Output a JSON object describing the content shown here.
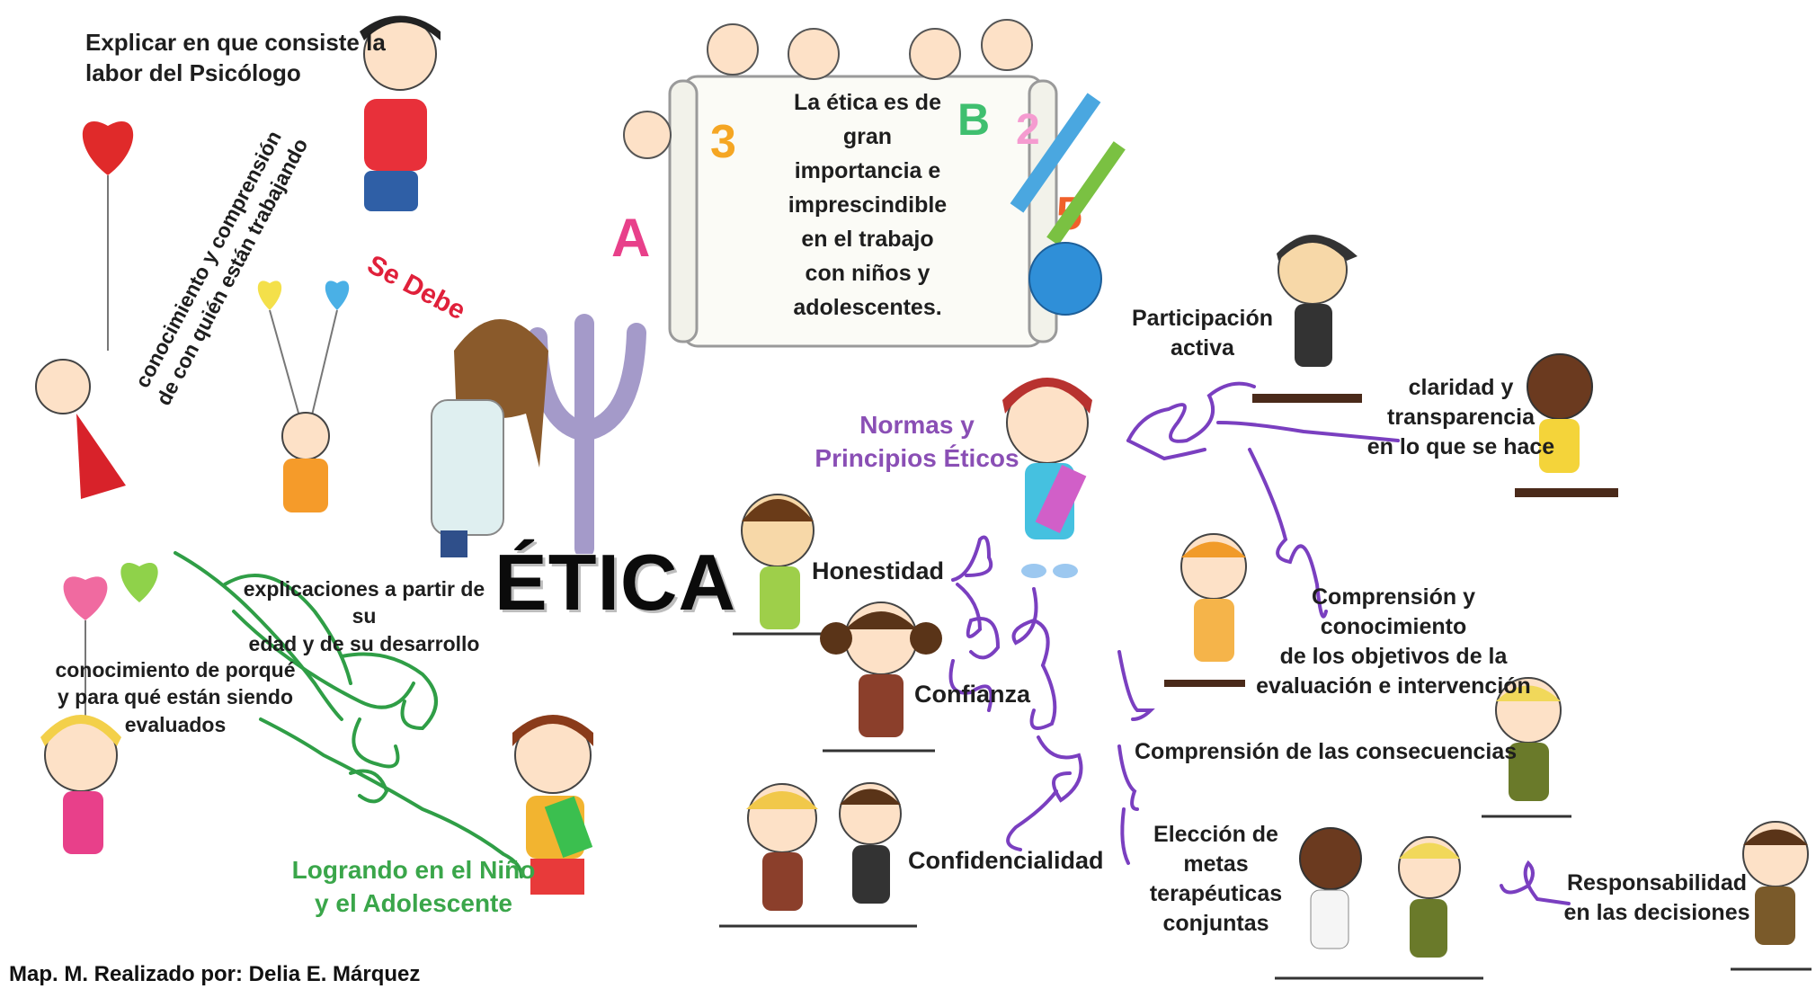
{
  "diagram": {
    "center_title": "ÉTICA",
    "banner_text": "La ética es de\ngran\nimportancia e\nimprescindible\nen el trabajo\ncon niños y\nadolescentes.",
    "left_side": {
      "top_note": "Explicar en que consiste la\nlabor del Psicólogo",
      "se_debe": "Se Debe",
      "rotated_note": "conocimiento y comprensión\nde con quién están trabajando",
      "explicaciones": "explicaciones a partir de su\nedad y de su desarrollo",
      "conocimiento": "conocimiento de porqué\ny para qué están siendo\nevaluados",
      "logrando": "Logrando en el Niño\ny el Adolescente"
    },
    "right_side": {
      "normas": "Normas y\nPrincipios Éticos",
      "honestidad": "Honestidad",
      "confianza": "Confianza",
      "confidencialidad": "Confidencialidad",
      "participacion": "Participación\nactiva",
      "claridad": "claridad y\ntransparencia\nen lo que se hace",
      "comprension_objetivos": "Comprensión y conocimiento\nde los objetivos de la\nevaluación e intervención",
      "comprension_consecuencias": "Comprensión de las consecuencias",
      "eleccion": "Elección de metas\nterapéuticas\nconjuntas",
      "responsabilidad": "Responsabilidad\nen las decisiones"
    },
    "credit": "Map. M. Realizado por: Delia E. Márquez",
    "colors": {
      "purple_line": "#7a3fc0",
      "green_line": "#2f9e46",
      "psi": "#a49ac9",
      "title_purple": "#8a4fb5",
      "title_green": "#3aa64a",
      "se_debe_red": "#e0203a"
    }
  }
}
